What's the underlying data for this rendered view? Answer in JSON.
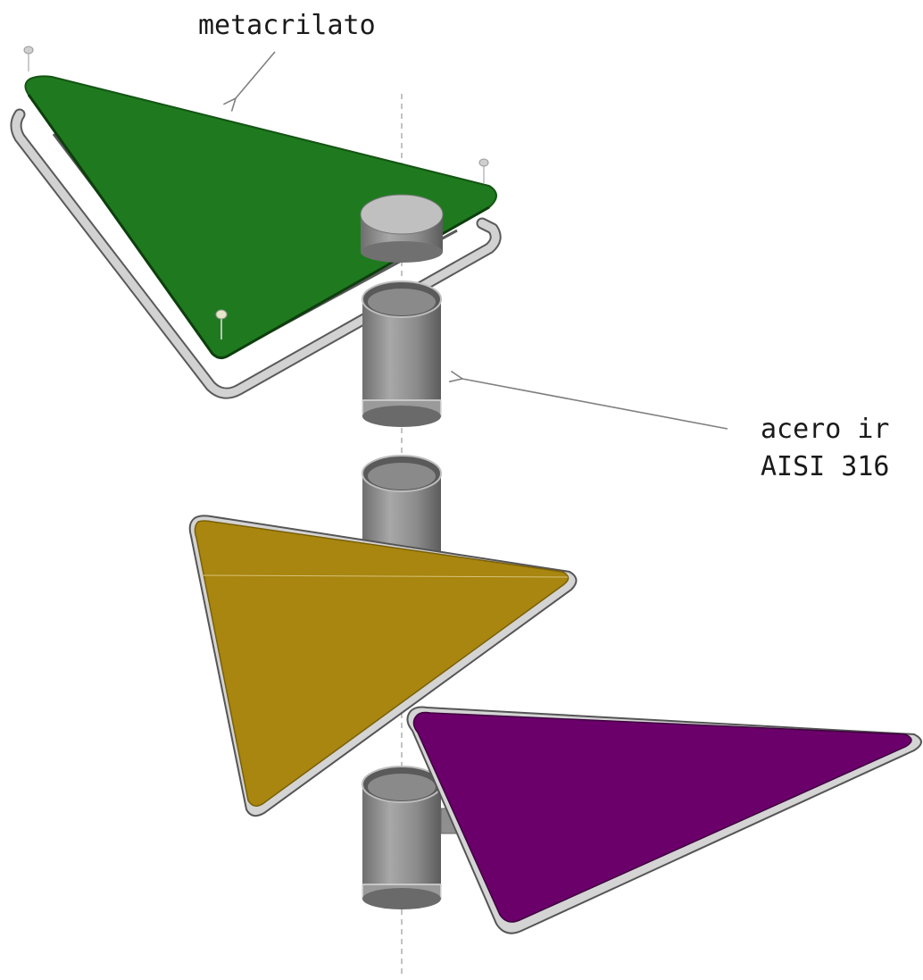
{
  "labels": {
    "top": "metacrilato",
    "right_line1": "acero ir",
    "right_line2": "AISI 316"
  },
  "colors": {
    "green_plate": "#1f7a1f",
    "gold_plate": "#a8860f",
    "purple_plate": "#6b006b",
    "frame_gray": "#c8c8c8",
    "cylinder_gray": "#8e8e8e",
    "axis_line": "#9a9a9a",
    "arrow": "#808080"
  }
}
